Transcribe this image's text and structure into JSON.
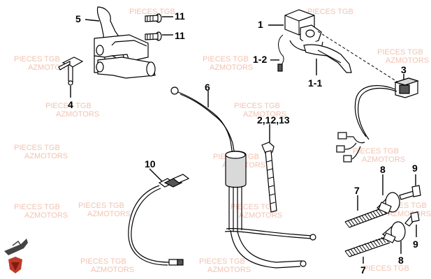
{
  "watermark": {
    "line1": "PIECES TGB",
    "line2": "AZMOTORS"
  },
  "labels": {
    "l1": "1",
    "l1_2": "1-2",
    "l1_1": "1-1",
    "l3": "3",
    "l4": "4",
    "l5": "5",
    "l6": "6",
    "l7a": "7",
    "l7b": "7",
    "l8a": "8",
    "l8b": "8",
    "l9a": "9",
    "l9b": "9",
    "l10": "10",
    "l11a": "11",
    "l11b": "11",
    "l2_12_13": "2,12,13"
  },
  "colors": {
    "watermark": "#f0b8a4",
    "logo": "#c0392b"
  }
}
